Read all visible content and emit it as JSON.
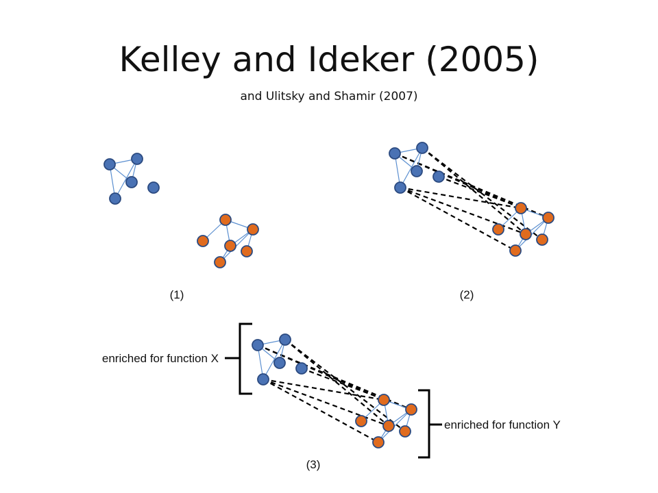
{
  "title": "Kelley and Ideker (2005)",
  "subtitle": "and Ulitsky and Shamir (2007)",
  "panels": [
    {
      "label": "(1)"
    },
    {
      "label": "(2)"
    },
    {
      "label": "(3)"
    }
  ],
  "annotations": {
    "function_x": "enriched for function X",
    "function_y": "enriched for function Y"
  },
  "colors": {
    "blue_fill": "#4a72b4",
    "blue_stroke": "#2b4a80",
    "orange_fill": "#e06b1e",
    "orange_stroke": "#2b4a80",
    "edge": "#5b8fd0",
    "alignment": "#000000"
  }
}
